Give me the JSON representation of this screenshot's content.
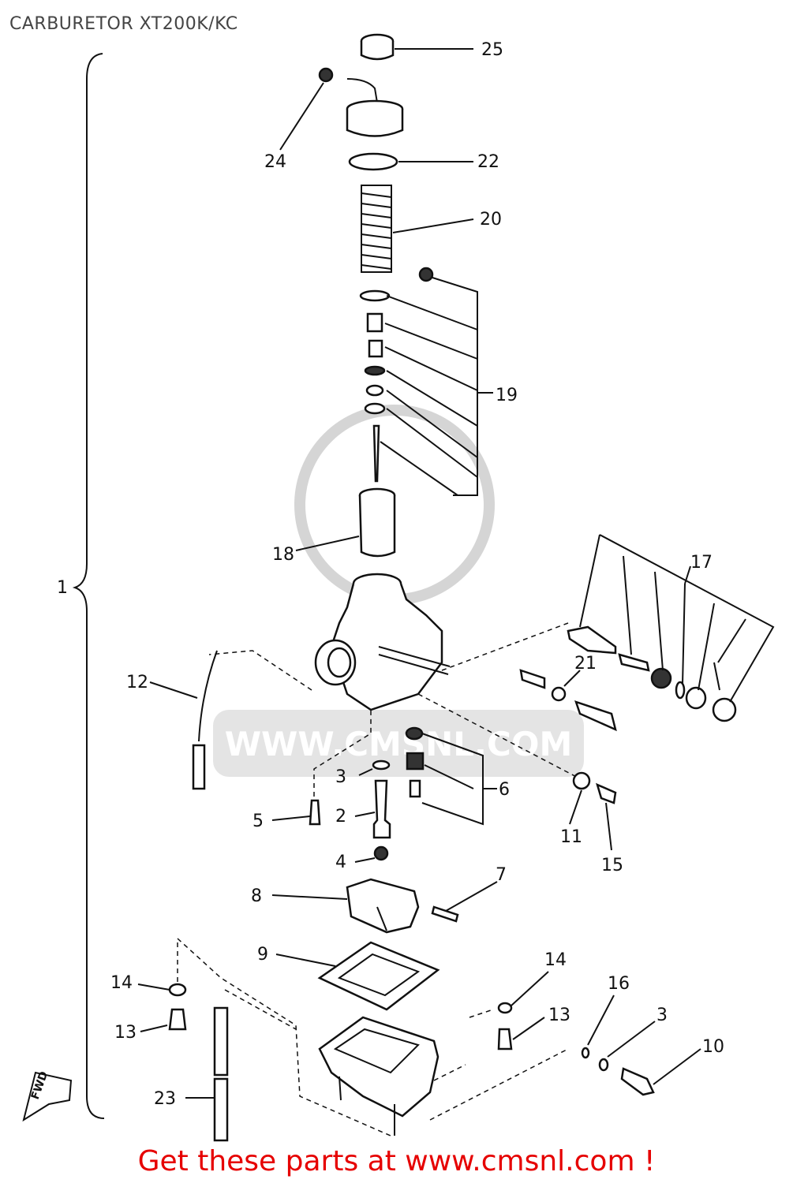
{
  "title": "CARBURETOR XT200K/KC",
  "footer": "Get these parts at www.cmsnl.com !",
  "watermark": {
    "text": "WWW.CMSNL.COM"
  },
  "fwd_text": "FWD",
  "labels": {
    "l1": "1",
    "l2": "2",
    "l3a": "3",
    "l3b": "3",
    "l4": "4",
    "l5": "5",
    "l6": "6",
    "l7": "7",
    "l8": "8",
    "l9": "9",
    "l10": "10",
    "l11": "11",
    "l12": "12",
    "l13a": "13",
    "l13b": "13",
    "l14a": "14",
    "l14b": "14",
    "l15": "15",
    "l16": "16",
    "l17": "17",
    "l18": "18",
    "l19": "19",
    "l20": "20",
    "l21": "21",
    "l22": "22",
    "l23": "23",
    "l24": "24",
    "l25": "25"
  }
}
